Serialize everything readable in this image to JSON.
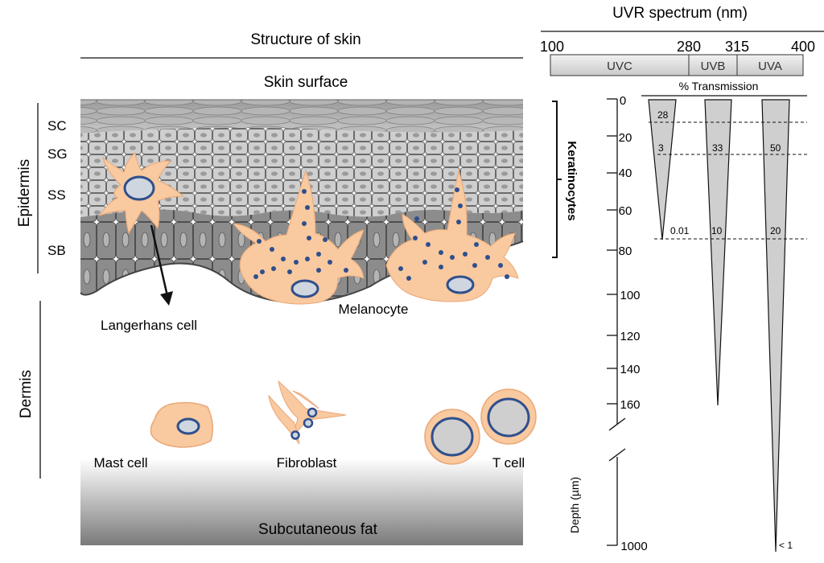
{
  "titles": {
    "structure": "Structure of skin",
    "uvr": "UVR spectrum (nm)",
    "skin_surface": "Skin surface",
    "subcutaneous": "Subcutaneous fat"
  },
  "layers": {
    "epidermis": "Epidermis",
    "dermis": "Dermis",
    "sc": "SC",
    "sg": "SG",
    "ss": "SS",
    "sb": "SB",
    "keratinocytes": "Keratinocytes"
  },
  "cells": {
    "langerhans": "Langerhans cell",
    "melanocyte": "Melanocyte",
    "mast": "Mast cell",
    "fibroblast": "Fibroblast",
    "tcell": "T cell"
  },
  "spectrum": {
    "ticks": [
      "100",
      "280",
      "315",
      "400"
    ],
    "bands": [
      "UVC",
      "UVB",
      "UVA"
    ],
    "transmission_label": "% Transmission"
  },
  "depth_axis": {
    "label": "Depth (µm)",
    "ticks": [
      "0",
      "20",
      "40",
      "60",
      "80",
      "100",
      "120",
      "140",
      "160",
      "1000"
    ]
  },
  "transmission": {
    "uvc": [
      "28",
      "3",
      "0.01"
    ],
    "uvb": [
      "33",
      "10"
    ],
    "uva": [
      "50",
      "20",
      "< 1"
    ]
  },
  "colors": {
    "cell_fill": "#f9c9a0",
    "cell_stroke": "#e9a877",
    "nucleus_stroke": "#2f4f8c",
    "skin_dark": "#6f6f6f",
    "wedge_fill": "#cfcfcf"
  }
}
